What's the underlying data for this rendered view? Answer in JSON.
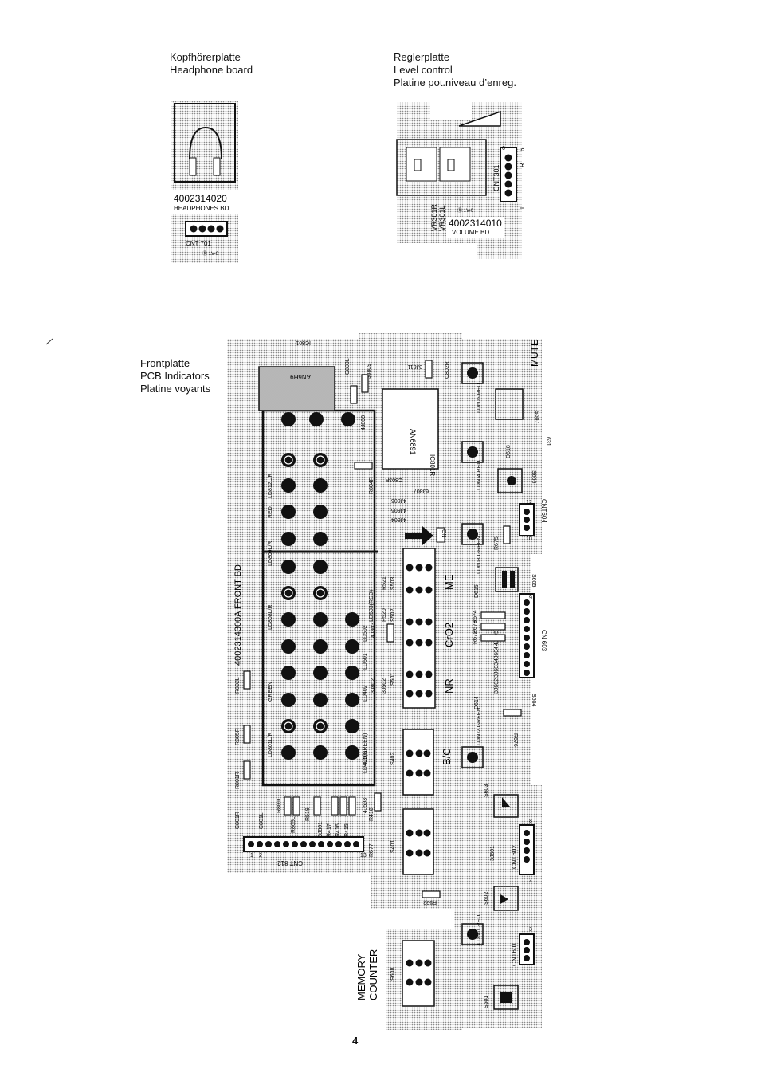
{
  "headphone": {
    "caption": [
      "Kopfhörerplatte",
      "Headphone board"
    ],
    "part_no": "4002314020",
    "board_name": "HEADPHONES BD",
    "connector": "CNT 701",
    "ul_mark": "Ⓡ 1V-0"
  },
  "level": {
    "caption": [
      "Reglerplatte",
      "Level control",
      "Platine pot.niveau d’enreg."
    ],
    "part_no": "4002314010",
    "board_name": "VOLUME BD",
    "connector": "CNT301",
    "pin_top": "6",
    "pin_r": "R",
    "pin_l": "L",
    "vr_r": "VR301R",
    "vr_l": "VR301L",
    "ul_mark": "Ⓡ 1V-0"
  },
  "front": {
    "caption": [
      "Frontplatte",
      "PCB Indicators",
      "Platine voyants"
    ],
    "part_no": "4002314300A FRONT BD",
    "labels": {
      "mute": "MUTE",
      "memory": "MEMORY",
      "counter": "COUNTER",
      "me": "ME",
      "cro2": "CrO2",
      "nr": "NR",
      "bc": "B/C",
      "on": "ON",
      "red": "RED",
      "green": "GREEN",
      "ld0605": "LD605 RED",
      "ld604": "LD604 RED",
      "ld603": "LD603 GREEN",
      "ld602": "LD602 GREEN",
      "ld601": "LD601 RED",
      "ld812": "LD812L/R",
      "ld809": "LD809L/R",
      "ld808": "LD808L/R",
      "ld801": "LD801L/R",
      "ld401": "LD401(GREEN)",
      "ld402": "LD402",
      "ld501": "LD501",
      "ld502": "LD502",
      "ld503": "LD503(RED)",
      "ic801": "IC801",
      "an6891": "AN6891",
      "ic801r": "IC801R",
      "an6h9": "AN6H9",
      "cnt812": "CNT 812",
      "cnt601": "CNT601",
      "cnt602": "CNT602",
      "cnt603": "CN 603",
      "cnt604": "CNT604",
      "s601": "S601",
      "s602": "S602",
      "s603": "S603",
      "s604": "S604",
      "s605": "S605",
      "s606": "S606",
      "s607": "S607",
      "s608": "S608",
      "s401": "S401",
      "s402": "S402",
      "s501": "S501",
      "s502": "S502",
      "s503": "S503",
      "r522": "R522",
      "r677": "R677",
      "r418": "R418",
      "r417": "R417",
      "r416": "R416",
      "r415": "R415",
      "r519": "R519",
      "r520": "R520",
      "r521": "R521",
      "r801": "R801R",
      "r802": "R802L",
      "r805": "R805R",
      "r804": "R804R",
      "r675": "R675",
      "r676": "R676",
      "r672": "R672",
      "r673": "R673",
      "r674": "R674",
      "r805l": "R805L",
      "r801l": "R801L",
      "c801": "C801R",
      "c801l": "C801L",
      "c803": "C803R",
      "c802": "C802R",
      "c803l": "C803L",
      "d614": "D614",
      "d615": "D615",
      "d618": "D618",
      "j503": "4J503",
      "j501": "4J501",
      "j502": "3J502",
      "j802": "3J802",
      "j803": "4J803",
      "j804": "4J804",
      "j805": "4J805",
      "j806": "4J806",
      "j807": "6J807",
      "j808": "4J808",
      "j809": "3J809",
      "j811": "3J811",
      "j601": "3J601",
      "j602": "3J602",
      "j603": "3J603",
      "j604": "4J604",
      "j605": "4J605",
      "j801": "3J801",
      "pin_12": "12",
      "pin_10": "10",
      "pin_9": "9",
      "pin_8": "8",
      "pin_4": "4",
      "pin_3": "3",
      "pin_1": "1",
      "pin_2": "2",
      "pin_13": "13",
      "pin_6": "6",
      "v631": "631"
    }
  },
  "page_number": "4",
  "colors": {
    "ink": "#111111",
    "board": "#d9d9d9",
    "paper": "#ffffff"
  }
}
